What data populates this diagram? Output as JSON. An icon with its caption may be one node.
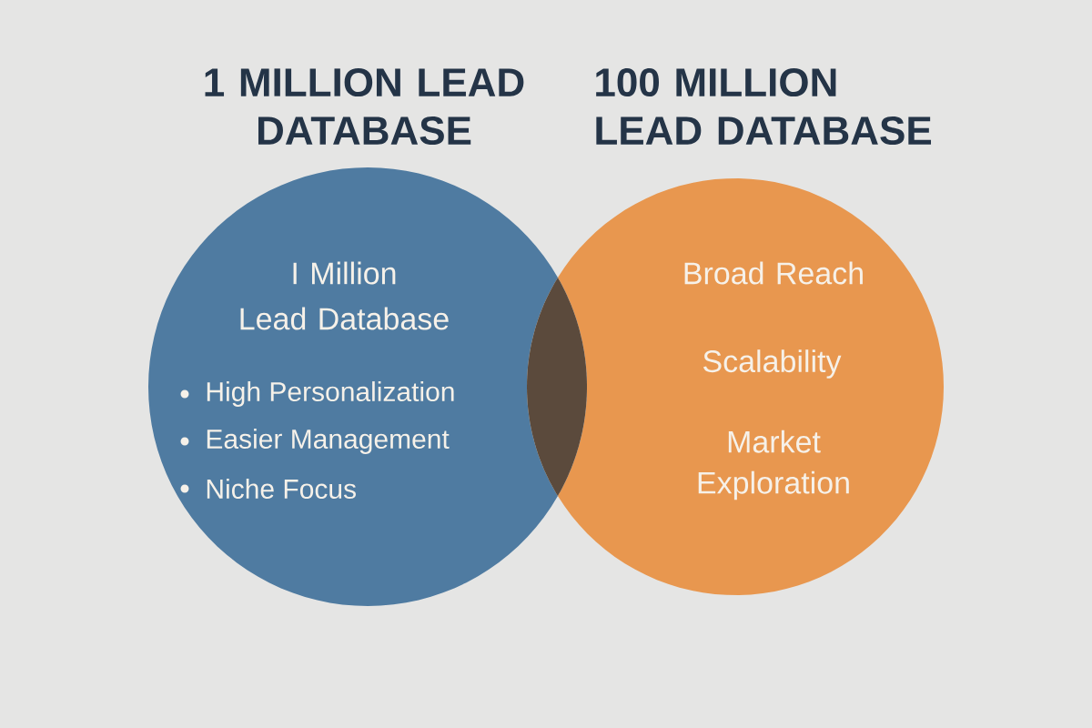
{
  "diagram": {
    "nodes": [
      {
        "text": [
          "1 MILLION LEAD DATABASE",
          "I Million Lead Database",
          "High Personalization",
          "Easier Management",
          "Niche Focus"
        ]
      },
      {
        "text": [
          "100 MILLION LEAD DATABASE",
          "Broad Reach",
          "Scalability",
          "Market Exploration"
        ]
      }
    ]
  }
}
